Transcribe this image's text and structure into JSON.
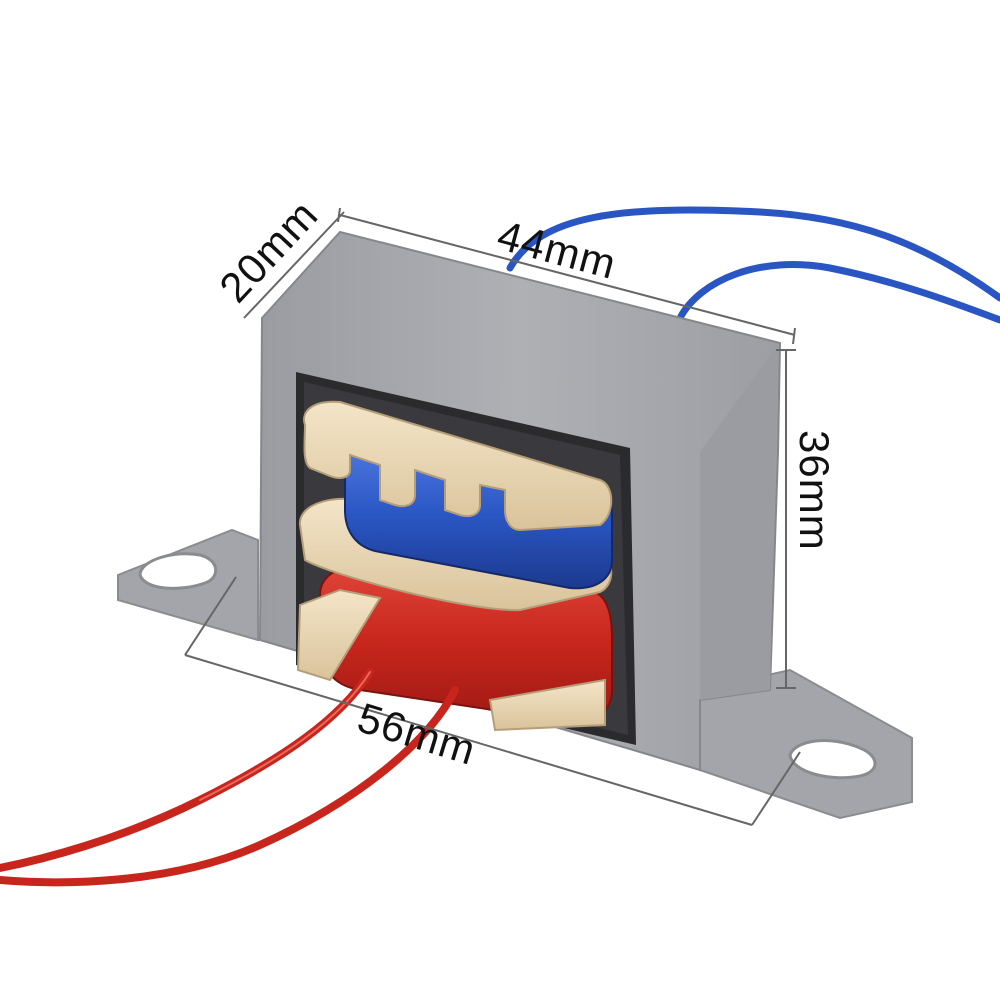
{
  "product": {
    "icon": "transformer-icon"
  },
  "dimensions": {
    "depth": "20mm",
    "width": "44mm",
    "height": "36mm",
    "length": "56mm"
  },
  "colors": {
    "background": "#ffffff",
    "steel": "#a4a6ab",
    "primary_wire": "#c8261d",
    "secondary_wire": "#2a56c4",
    "bobbin": "#ecd9b6",
    "dimension_line": "#666666",
    "label": "#111111"
  }
}
